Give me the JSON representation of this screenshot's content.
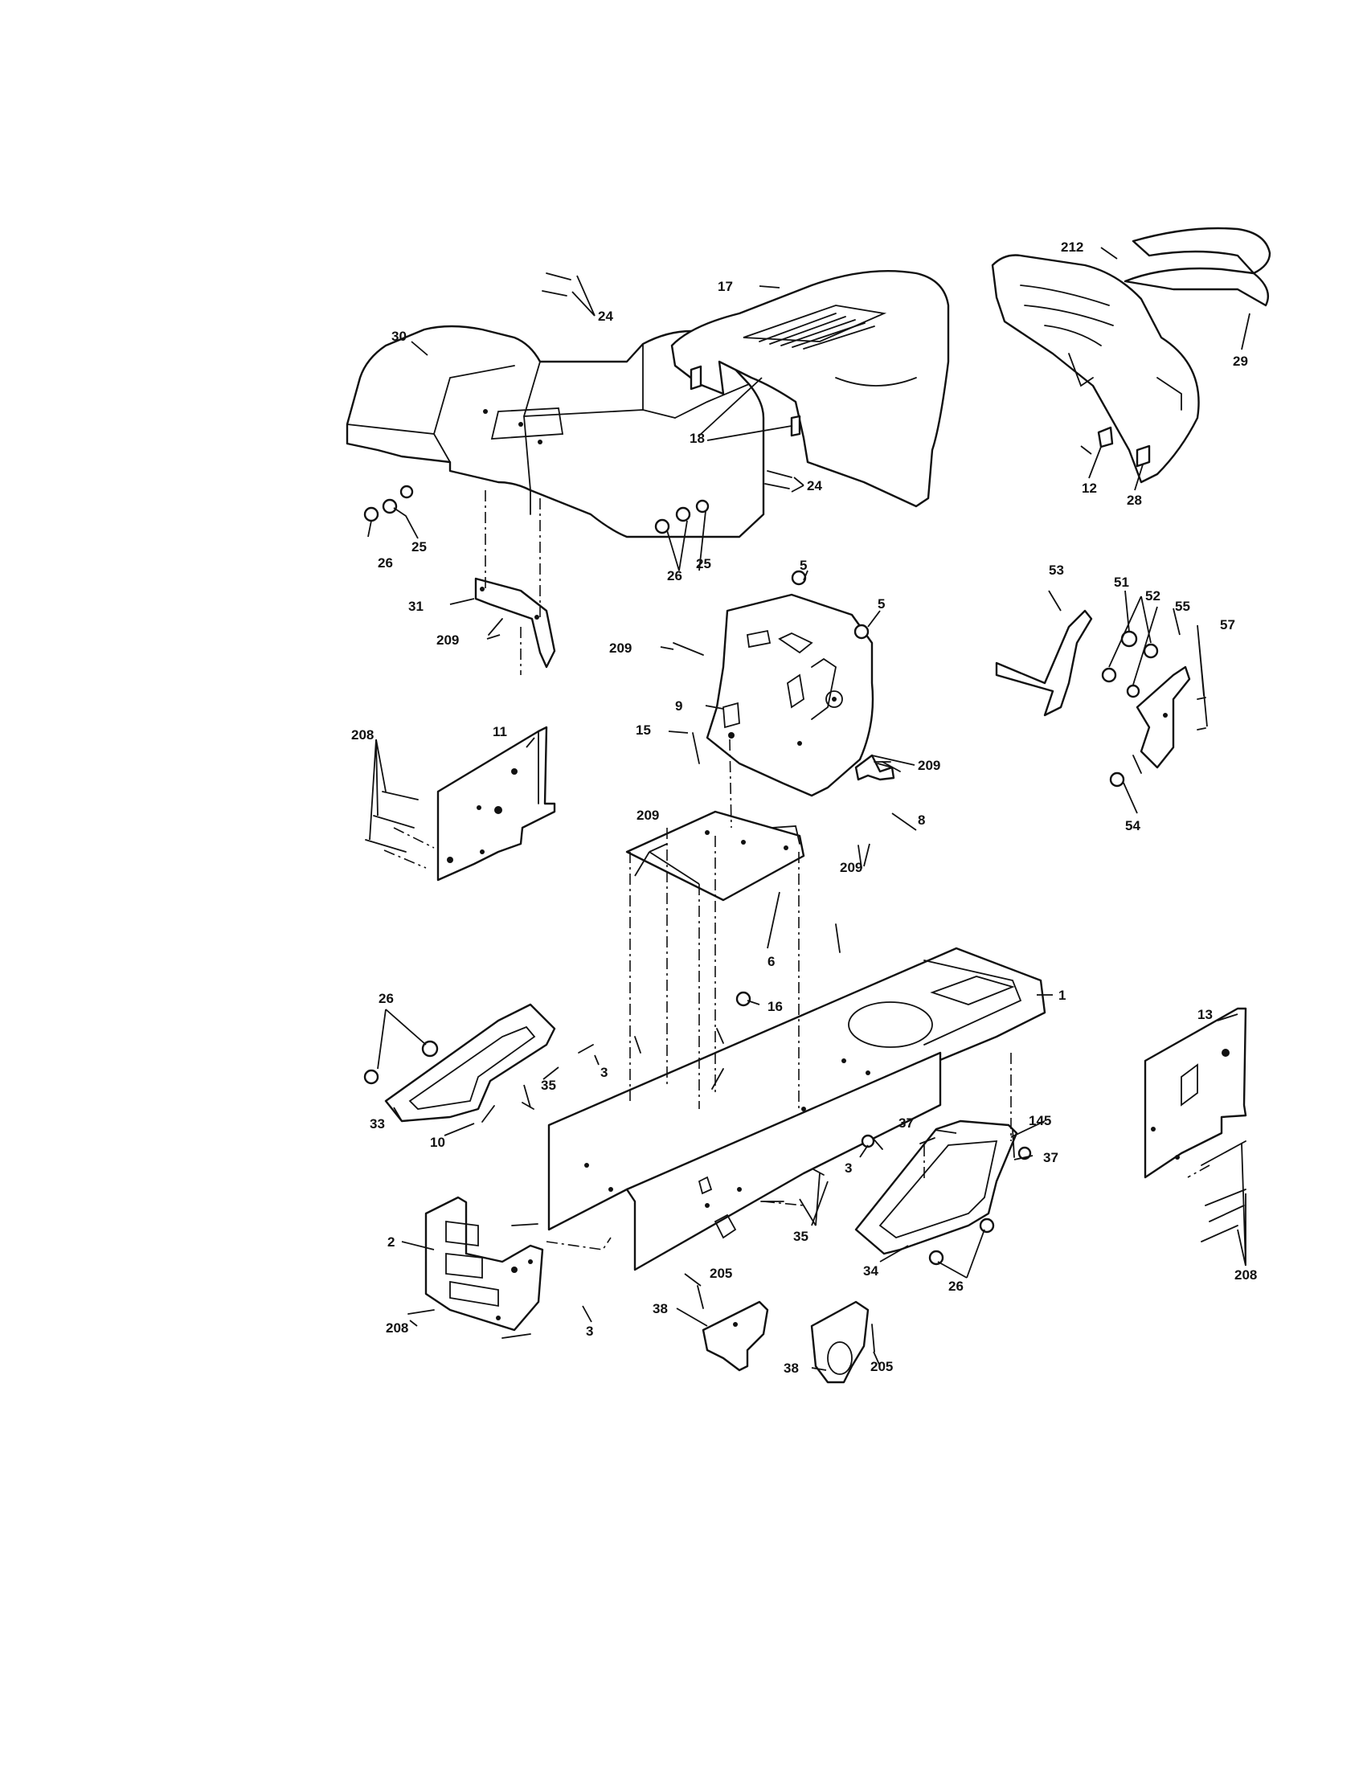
{
  "callouts": {
    "c1": "1",
    "c2": "2",
    "c3a": "3",
    "c3b": "3",
    "c3c": "3",
    "c5a": "5",
    "c5b": "5",
    "c6": "6",
    "c8": "8",
    "c9": "9",
    "c10": "10",
    "c11": "11",
    "c12": "12",
    "c13": "13",
    "c15": "15",
    "c16": "16",
    "c17": "17",
    "c18": "18",
    "c24a": "24",
    "c24b": "24",
    "c25a": "25",
    "c25b": "25",
    "c26a": "26",
    "c26b": "26",
    "c26c": "26",
    "c26d": "26",
    "c28": "28",
    "c29": "29",
    "c30": "30",
    "c31": "31",
    "c33": "33",
    "c34": "34",
    "c35a": "35",
    "c35b": "35",
    "c37a": "37",
    "c37b": "37",
    "c38a": "38",
    "c38b": "38",
    "c51": "51",
    "c52": "52",
    "c53": "53",
    "c54": "54",
    "c55": "55",
    "c57": "57",
    "c145": "145",
    "c205a": "205",
    "c205b": "205",
    "c208a": "208",
    "c208b": "208",
    "c208c": "208",
    "c209a": "209",
    "c209b": "209",
    "c209c": "209",
    "c209d": "209",
    "c209e": "209",
    "c212": "212"
  }
}
